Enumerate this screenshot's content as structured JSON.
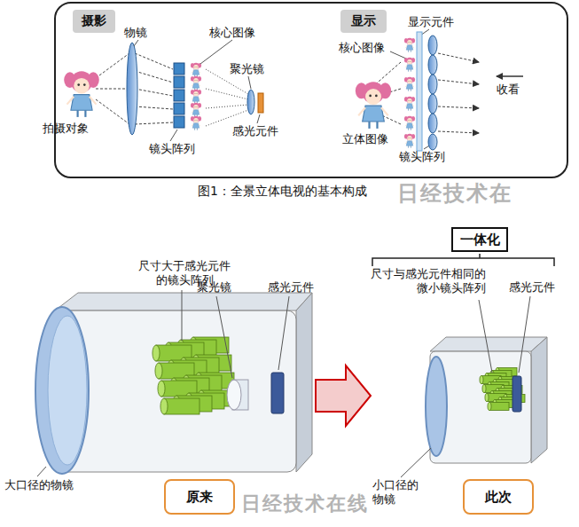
{
  "diagram": {
    "caption": "图1：全景立体电视的基本构成",
    "nodes": [
      {
        "text": [
          "摄影"
        ]
      },
      {
        "text": [
          "显示"
        ]
      },
      {
        "text": [
          "一体化"
        ]
      },
      {
        "text": [
          "原来"
        ]
      },
      {
        "text": [
          "此次"
        ]
      }
    ],
    "labels": [
      "物镜",
      "核心图像",
      "聚光镜",
      "拍摄对象",
      "镜头阵列",
      "感光元件",
      "显示元件",
      "核心图像",
      "立体图像",
      "镜头阵列",
      "收看",
      "尺寸大于感光元件的镜头阵列",
      "聚光镜",
      "感光元件",
      "尺寸与感光元件相同的微小镜头阵列",
      "感光元件",
      "大口径的物镜",
      "小口径的物镜",
      "日经技术在",
      "日经技术在线"
    ]
  }
}
